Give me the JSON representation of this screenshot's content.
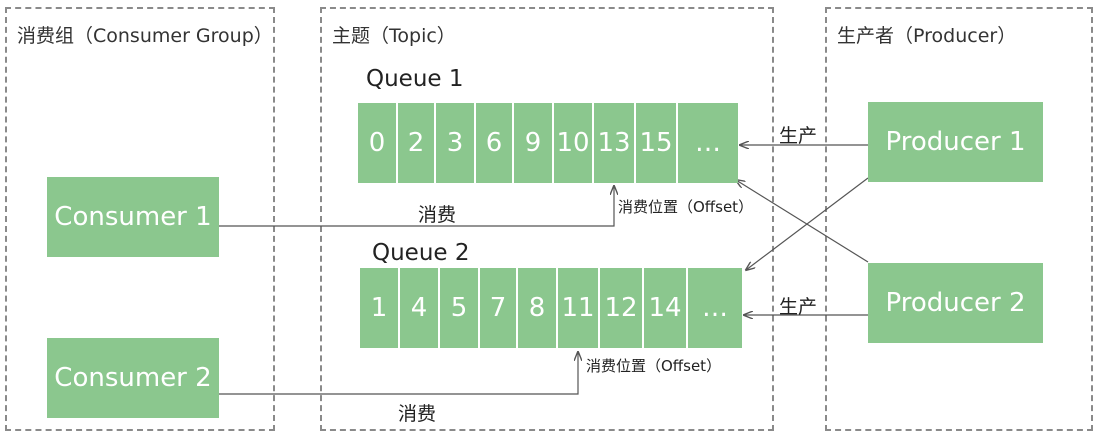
{
  "groups": {
    "consumer": {
      "title": "消费组（Consumer Group）"
    },
    "topic": {
      "title": "主题（Topic）"
    },
    "producer": {
      "title": "生产者（Producer）"
    }
  },
  "consumers": [
    "Consumer 1",
    "Consumer 2"
  ],
  "producers": [
    "Producer 1",
    "Producer 2"
  ],
  "queues": [
    {
      "title": "Queue 1",
      "cells": [
        "0",
        "2",
        "3",
        "6",
        "9",
        "10",
        "13",
        "15",
        "…"
      ]
    },
    {
      "title": "Queue 2",
      "cells": [
        "1",
        "4",
        "5",
        "7",
        "8",
        "11",
        "12",
        "14",
        "…"
      ]
    }
  ],
  "labels": {
    "consume": "消费",
    "produce": "生产",
    "offset": "消费位置（Offset）"
  },
  "colors": {
    "box_fill": "#8bc78e",
    "box_text": "#ffffff",
    "dashed_border": "#8a8a8a",
    "line": "#555555"
  }
}
